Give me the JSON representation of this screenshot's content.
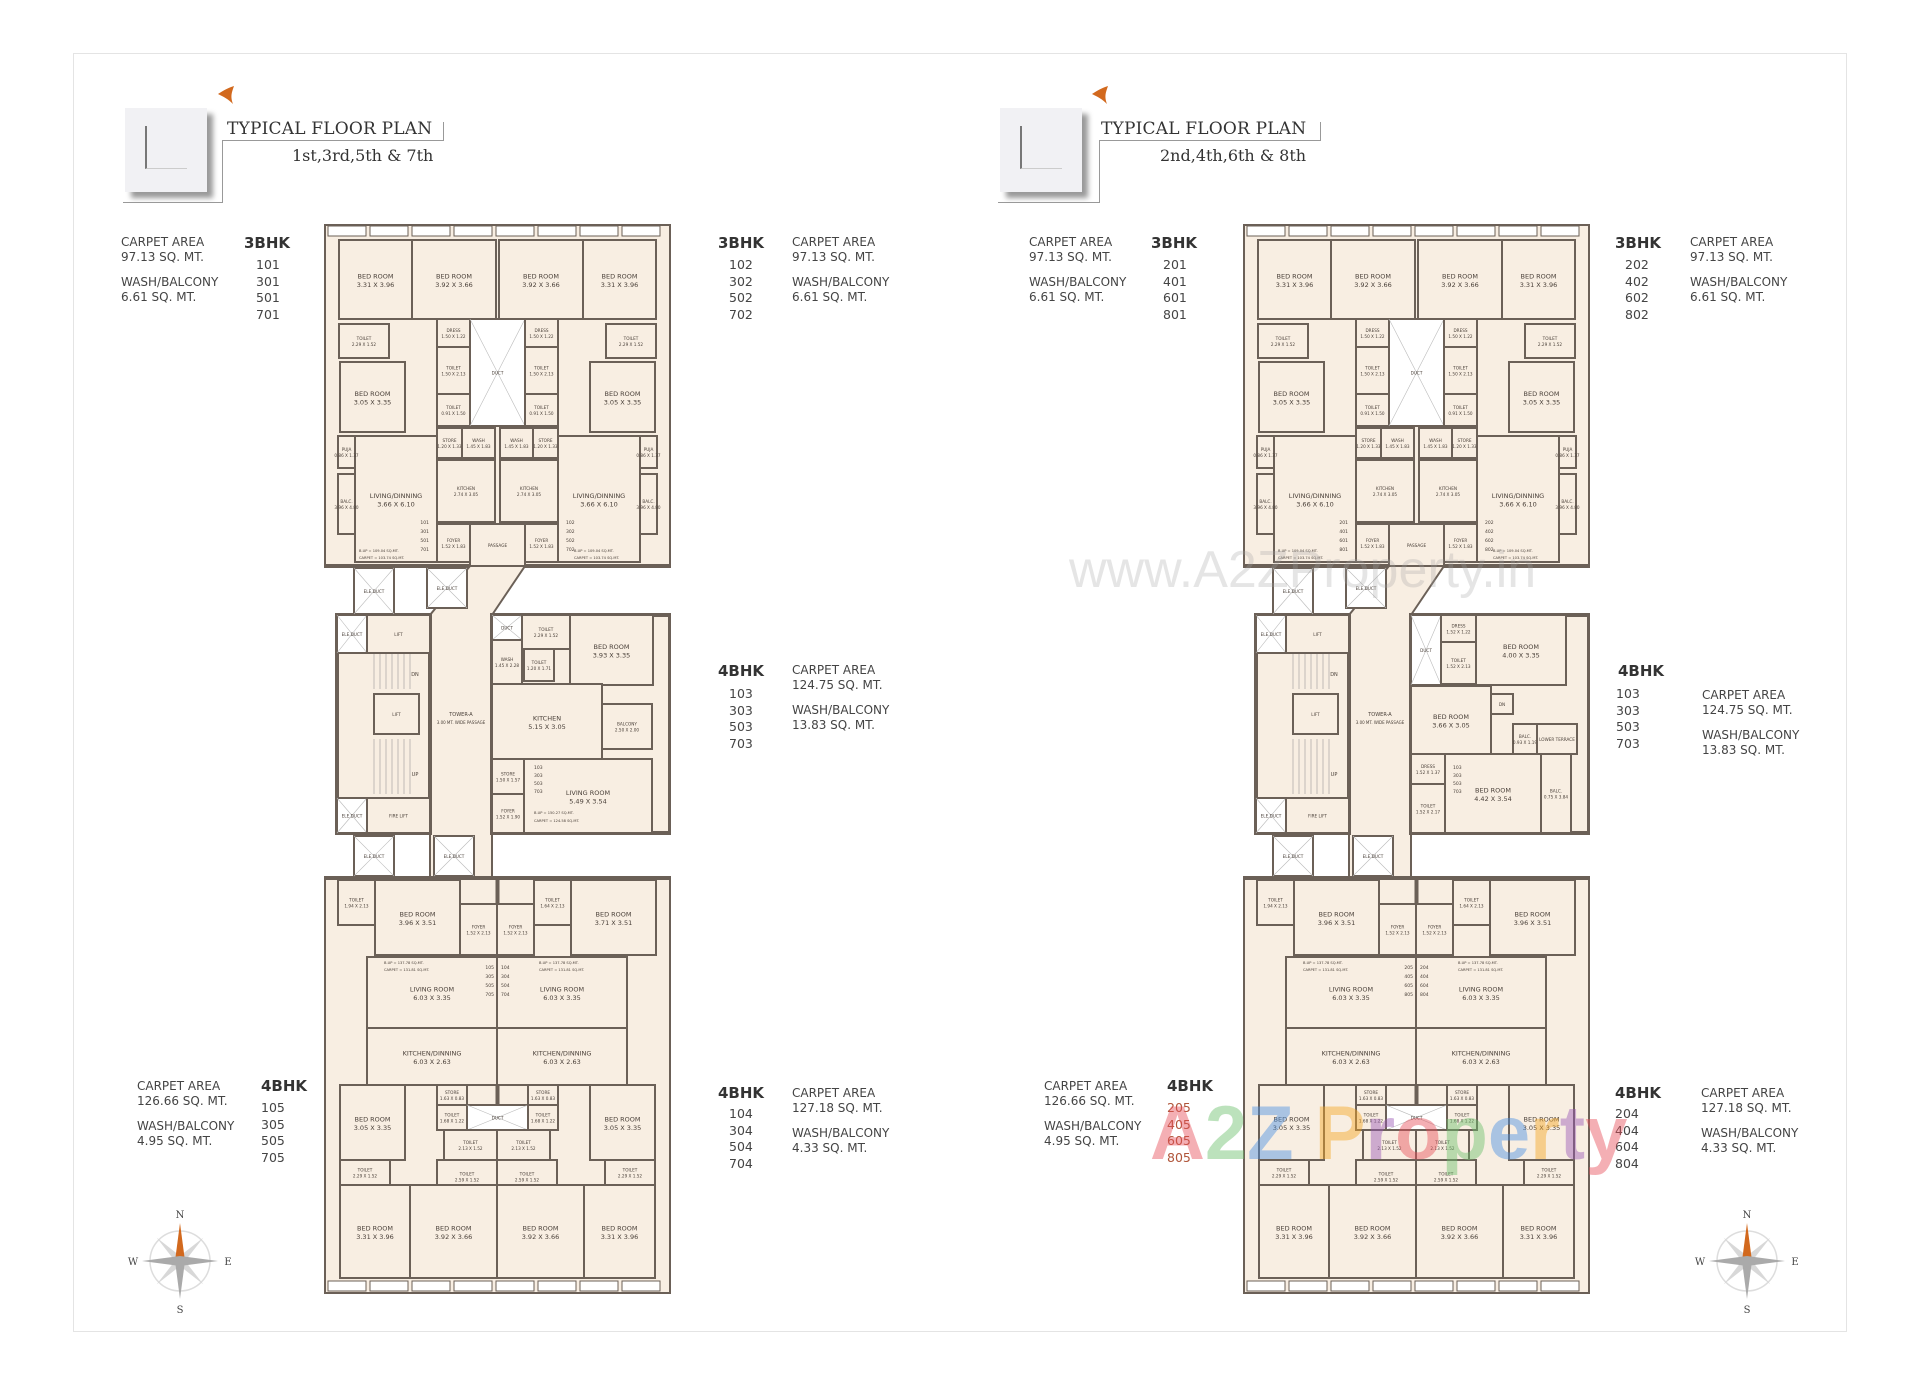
{
  "watermark": {
    "url": "www.A2ZProperty.in",
    "logo": "A2Z Property",
    "logo_colors": [
      "#e8505b",
      "#6cc06c",
      "#4a90e2",
      "#f5a623",
      "#9b59b6"
    ]
  },
  "colors": {
    "accent": "#d2691e",
    "wall": "#6b6057",
    "room_fill": "#f8eee2",
    "duct_fill": "#ffffff"
  },
  "panels": [
    {
      "title": "TYPICAL FLOOR PLAN",
      "subtitle": "1st,3rd,5th & 7th",
      "blocks": {
        "top_left": {
          "type": "3BHK",
          "carpet_label": "CARPET AREA",
          "carpet": "97.13 SQ. MT.",
          "wash_label": "WASH/BALCONY",
          "wash": "6.61 SQ. MT.",
          "units": [
            "101",
            "301",
            "501",
            "701"
          ]
        },
        "top_right": {
          "type": "3BHK",
          "carpet_label": "CARPET AREA",
          "carpet": "97.13 SQ. MT.",
          "wash_label": "WASH/BALCONY",
          "wash": "6.61 SQ. MT.",
          "units": [
            "102",
            "302",
            "502",
            "702"
          ]
        },
        "mid_right": {
          "type": "4BHK",
          "carpet_label": "CARPET AREA",
          "carpet": "124.75 SQ. MT.",
          "wash_label": "WASH/BALCONY",
          "wash": "13.83 SQ. MT.",
          "units": [
            "103",
            "303",
            "503",
            "703"
          ]
        },
        "bottom_left": {
          "type": "4BHK",
          "carpet_label": "CARPET AREA",
          "carpet": "126.66 SQ. MT.",
          "wash_label": "WASH/BALCONY",
          "wash": "4.95 SQ. MT.",
          "units": [
            "105",
            "305",
            "505",
            "705"
          ]
        },
        "bottom_right": {
          "type": "4BHK",
          "carpet_label": "CARPET AREA",
          "carpet": "127.18 SQ. MT.",
          "wash_label": "WASH/BALCONY",
          "wash": "4.33 SQ. MT.",
          "units": [
            "104",
            "304",
            "504",
            "704"
          ]
        }
      },
      "plan": {
        "top_rooms": [
          [
            "BED ROOM",
            "3.31 X 3.96"
          ],
          [
            "BED ROOM",
            "3.92 X 3.66"
          ],
          [
            "BED ROOM",
            "3.92 X 3.66"
          ],
          [
            "BED ROOM",
            "3.31 X 3.96"
          ],
          [
            "TOILET",
            "2.29 X 1.52"
          ],
          [
            "DRESS",
            "1.50 X 1.22"
          ],
          [
            "TOILET",
            "1.50 X 2.13"
          ],
          [
            "TOILET",
            "0.91 X 1.50"
          ],
          [
            "DUCT",
            ""
          ],
          [
            "DRESS",
            "1.50 X 1.22"
          ],
          [
            "TOILET",
            "1.50 X 2.13"
          ],
          [
            "TOILET",
            "0.91 X 1.50"
          ],
          [
            "TOILET",
            "2.29 X 1.52"
          ],
          [
            "BED ROOM",
            "3.05 X 3.35"
          ],
          [
            "BED ROOM",
            "3.05 X 3.35"
          ],
          [
            "STORE",
            "1.20 X 1.33"
          ],
          [
            "WASH",
            "1.45 X 1.83"
          ],
          [
            "WASH",
            "1.45 X 1.83"
          ],
          [
            "STORE",
            "1.20 X 1.33"
          ],
          [
            "KITCHEN",
            "2.74 X 3.05"
          ],
          [
            "KITCHEN",
            "2.74 X 3.05"
          ],
          [
            "LIVING/DINNING",
            "3.66 X 6.10"
          ],
          [
            "LIVING/DINNING",
            "3.66 X 6.10"
          ],
          [
            "PUJA",
            "0.86 X 1.37"
          ],
          [
            "PUJA",
            "0.86 X 1.37"
          ],
          [
            "BALC.",
            "3.96 X 4.80"
          ],
          [
            "BALC.",
            "3.96 X 4.80"
          ],
          [
            "FOYER",
            "1.52 X 1.83"
          ],
          [
            "FOYER",
            "1.52 X 1.83"
          ],
          [
            "PASSAGE",
            ""
          ]
        ],
        "top_notes": [
          [
            "101",
            "301",
            "501",
            "701"
          ],
          [
            "102",
            "302",
            "502",
            "702"
          ],
          "B.UP = 109.04 SQ.MT.",
          "CARPET = 103.74 SQ.MT."
        ],
        "core_rooms": [
          [
            "ELE.DUCT",
            ""
          ],
          [
            "LIFT",
            ""
          ],
          [
            "LIFT",
            ""
          ],
          [
            "ELE.DUCT",
            ""
          ],
          [
            "FIRE LIFT",
            ""
          ],
          [
            "TOWER-A",
            "3.00 MT. WIDE PASSAGE"
          ],
          [
            "DN",
            ""
          ],
          [
            "UP",
            ""
          ],
          [
            "ELE.DUCT",
            ""
          ],
          [
            "ELE.DUCT",
            ""
          ],
          [
            "ELE.DUCT",
            ""
          ],
          [
            "ELE.DUCT",
            ""
          ]
        ],
        "mid_rooms": [
          [
            "DUCT",
            ""
          ],
          [
            "TOILET",
            "2.29 X 1.52"
          ],
          [
            "BED ROOM",
            "3.93 X 3.35"
          ],
          [
            "WASH",
            "1.45 X 2.28"
          ],
          [
            "TOILET",
            "1.20 X 1.71"
          ],
          [
            "KITCHEN",
            "5.15 X 3.05"
          ],
          [
            "BALCONY",
            "2.50 X 2.00"
          ],
          [
            "STORE",
            "1.50 X 1.57"
          ],
          [
            "FOYER",
            "1.52 X 1.90"
          ],
          [
            "LIVING ROOM",
            "5.49 X 3.54"
          ]
        ],
        "mid_notes": [
          [
            "103",
            "303",
            "503",
            "703"
          ],
          "B.UP = 150.27 SQ.MT.",
          "CARPET = 124.58 SQ.MT."
        ],
        "bottom_rooms": [
          [
            "TOILET",
            "1.94 X 2.13"
          ],
          [
            "BED ROOM",
            "3.96 X 3.51"
          ],
          [
            "FOYER",
            "1.52 X 2.13"
          ],
          [
            "FOYER",
            "1.52 X 2.13"
          ],
          [
            "TOILET",
            "1.64 X 2.13"
          ],
          [
            "BED ROOM",
            "3.71 X 3.51"
          ],
          [
            "LIVING ROOM",
            "6.03 X 3.35"
          ],
          [
            "LIVING ROOM",
            "6.03 X 3.35"
          ],
          [
            "KITCHEN/DINNING",
            "6.03 X 2.63"
          ],
          [
            "KITCHEN/DINNING",
            "6.03 X 2.63"
          ],
          [
            "BED ROOM",
            "3.05 X 3.35"
          ],
          [
            "BED ROOM",
            "3.05 X 3.35"
          ],
          [
            "STORE",
            "1.63 X 0.83"
          ],
          [
            "STORE",
            "1.63 X 0.83"
          ],
          [
            "TOILET",
            "1.68 X 1.22"
          ],
          [
            "DUCT",
            ""
          ],
          [
            "TOILET",
            "1.68 X 1.22"
          ],
          [
            "TOILET",
            "2.13 X 1.52"
          ],
          [
            "TOILET",
            "2.13 X 1.52"
          ],
          [
            "TOILET",
            "2.59 X 1.52"
          ],
          [
            "TOILET",
            "2.59 X 1.52"
          ],
          [
            "TOILET",
            "2.29 X 1.52"
          ],
          [
            "TOILET",
            "2.29 X 1.52"
          ],
          [
            "BED ROOM",
            "3.31 X 3.96"
          ],
          [
            "BED ROOM",
            "3.92 X 3.66"
          ],
          [
            "BED ROOM",
            "3.92 X 3.66"
          ],
          [
            "BED ROOM",
            "3.31 X 3.96"
          ]
        ],
        "bottom_notes": [
          [
            "105",
            "305",
            "505",
            "705"
          ],
          [
            "104",
            "304",
            "504",
            "704"
          ],
          "B.UP = 137.78 SQ.MT.",
          "CARPET = 131.81 SQ.MT."
        ]
      }
    },
    {
      "title": "TYPICAL FLOOR PLAN",
      "subtitle": "2nd,4th,6th & 8th",
      "blocks": {
        "top_left": {
          "type": "3BHK",
          "carpet_label": "CARPET AREA",
          "carpet": "97.13 SQ. MT.",
          "wash_label": "WASH/BALCONY",
          "wash": "6.61 SQ. MT.",
          "units": [
            "201",
            "401",
            "601",
            "801"
          ]
        },
        "top_right": {
          "type": "3BHK",
          "carpet_label": "CARPET AREA",
          "carpet": "97.13 SQ. MT.",
          "wash_label": "WASH/BALCONY",
          "wash": "6.61 SQ. MT.",
          "units": [
            "202",
            "402",
            "602",
            "802"
          ]
        },
        "mid_right": {
          "type": "4BHK",
          "carpet_label": "CARPET AREA",
          "carpet": "124.75 SQ. MT.",
          "wash_label": "WASH/BALCONY",
          "wash": "13.83 SQ. MT.",
          "units": [
            "103",
            "303",
            "503",
            "703"
          ]
        },
        "bottom_left": {
          "type": "4BHK",
          "carpet_label": "CARPET AREA",
          "carpet": "126.66 SQ. MT.",
          "wash_label": "WASH/BALCONY",
          "wash": "4.95 SQ. MT.",
          "units": [
            "205",
            "405",
            "605",
            "805"
          ]
        },
        "bottom_right": {
          "type": "4BHK",
          "carpet_label": "CARPET AREA",
          "carpet": "127.18 SQ. MT.",
          "wash_label": "WASH/BALCONY",
          "wash": "4.33 SQ. MT.",
          "units": [
            "204",
            "404",
            "604",
            "804"
          ]
        }
      },
      "plan": {
        "top_rooms": [
          [
            "BED ROOM",
            "3.31 X 3.96"
          ],
          [
            "BED ROOM",
            "3.92 X 3.66"
          ],
          [
            "BED ROOM",
            "3.92 X 3.66"
          ],
          [
            "BED ROOM",
            "3.31 X 3.96"
          ],
          [
            "TOILET",
            "2.29 X 1.52"
          ],
          [
            "DRESS",
            "1.50 X 1.22"
          ],
          [
            "TOILET",
            "1.50 X 2.13"
          ],
          [
            "TOILET",
            "0.91 X 1.50"
          ],
          [
            "DUCT",
            ""
          ],
          [
            "DRESS",
            "1.50 X 1.22"
          ],
          [
            "TOILET",
            "1.50 X 2.13"
          ],
          [
            "TOILET",
            "0.91 X 1.50"
          ],
          [
            "TOILET",
            "2.29 X 1.52"
          ],
          [
            "BED ROOM",
            "3.05 X 3.35"
          ],
          [
            "BED ROOM",
            "3.05 X 3.35"
          ],
          [
            "STORE",
            "1.20 X 1.33"
          ],
          [
            "WASH",
            "1.45 X 1.83"
          ],
          [
            "WASH",
            "1.45 X 1.83"
          ],
          [
            "STORE",
            "1.20 X 1.33"
          ],
          [
            "KITCHEN",
            "2.74 X 3.05"
          ],
          [
            "KITCHEN",
            "2.74 X 3.05"
          ],
          [
            "LIVING/DINNING",
            "3.66 X 6.10"
          ],
          [
            "LIVING/DINNING",
            "3.66 X 6.10"
          ],
          [
            "PUJA",
            "0.86 X 1.37"
          ],
          [
            "PUJA",
            "0.86 X 1.37"
          ],
          [
            "BALC.",
            "3.96 X 4.80"
          ],
          [
            "BALC.",
            "3.96 X 4.80"
          ],
          [
            "FOYER",
            "1.52 X 1.83"
          ],
          [
            "FOYER",
            "1.52 X 1.83"
          ],
          [
            "PASSAGE",
            ""
          ]
        ],
        "top_notes": [
          [
            "201",
            "401",
            "601",
            "801"
          ],
          [
            "202",
            "402",
            "602",
            "802"
          ],
          "B.UP = 109.04 SQ.MT.",
          "CARPET = 103.74 SQ.MT."
        ],
        "core_rooms": [
          [
            "ELE.DUCT",
            ""
          ],
          [
            "LIFT",
            ""
          ],
          [
            "LIFT",
            ""
          ],
          [
            "ELE.DUCT",
            ""
          ],
          [
            "FIRE LIFT",
            ""
          ],
          [
            "TOWER-A",
            "3.00 MT. WIDE PASSAGE"
          ],
          [
            "DN",
            ""
          ],
          [
            "UP",
            ""
          ],
          [
            "ELE.DUCT",
            ""
          ],
          [
            "ELE.DUCT",
            ""
          ],
          [
            "ELE.DUCT",
            ""
          ],
          [
            "ELE.DUCT",
            ""
          ]
        ],
        "mid_rooms": [
          [
            "DUCT",
            ""
          ],
          [
            "DRESS",
            "1.52 X 1.22"
          ],
          [
            "TOILET",
            "1.52 X 2.13"
          ],
          [
            "BED ROOM",
            "4.00 X 3.35"
          ],
          [
            "BED ROOM",
            "3.66 X 3.05"
          ],
          [
            "DN",
            ""
          ],
          [
            "BALC.",
            "0.93 X 1.19"
          ],
          [
            "LOWER TERRACE",
            ""
          ],
          [
            "DRESS",
            "1.52 X 1.37"
          ],
          [
            "TOILET",
            "1.52 X 2.17"
          ],
          [
            "BED ROOM",
            "4.42 X 3.54"
          ],
          [
            "BALC.",
            "0.75 X 3.84"
          ]
        ],
        "mid_notes": [
          [
            "103",
            "303",
            "503",
            "703"
          ],
          "",
          ""
        ],
        "bottom_rooms": [
          [
            "TOILET",
            "1.94 X 2.13"
          ],
          [
            "BED ROOM",
            "3.96 X 3.51"
          ],
          [
            "FOYER",
            "1.52 X 2.13"
          ],
          [
            "FOYER",
            "1.52 X 2.13"
          ],
          [
            "TOILET",
            "1.64 X 2.13"
          ],
          [
            "BED ROOM",
            "3.96 X 3.51"
          ],
          [
            "LIVING ROOM",
            "6.03 X 3.35"
          ],
          [
            "LIVING ROOM",
            "6.03 X 3.35"
          ],
          [
            "KITCHEN/DINNING",
            "6.03 X 2.63"
          ],
          [
            "KITCHEN/DINNING",
            "6.03 X 2.63"
          ],
          [
            "BED ROOM",
            "3.05 X 3.35"
          ],
          [
            "BED ROOM",
            "3.05 X 3.35"
          ],
          [
            "STORE",
            "1.63 X 0.83"
          ],
          [
            "STORE",
            "1.63 X 0.83"
          ],
          [
            "TOILET",
            "1.68 X 1.22"
          ],
          [
            "DUCT",
            ""
          ],
          [
            "TOILET",
            "1.68 X 1.22"
          ],
          [
            "TOILET",
            "2.13 X 1.52"
          ],
          [
            "TOILET",
            "2.13 X 1.52"
          ],
          [
            "TOILET",
            "2.59 X 1.52"
          ],
          [
            "TOILET",
            "2.59 X 1.52"
          ],
          [
            "TOILET",
            "2.29 X 1.52"
          ],
          [
            "TOILET",
            "2.29 X 1.52"
          ],
          [
            "BED ROOM",
            "3.31 X 3.96"
          ],
          [
            "BED ROOM",
            "3.92 X 3.66"
          ],
          [
            "BED ROOM",
            "3.92 X 3.66"
          ],
          [
            "BED ROOM",
            "3.31 X 3.96"
          ]
        ],
        "bottom_notes": [
          [
            "205",
            "405",
            "605",
            "805"
          ],
          [
            "204",
            "404",
            "604",
            "804"
          ],
          "B.UP = 137.78 SQ.MT.",
          "CARPET = 131.81 SQ.MT."
        ]
      }
    }
  ],
  "compass": {
    "n": "N",
    "s": "S",
    "e": "E",
    "w": "W"
  }
}
